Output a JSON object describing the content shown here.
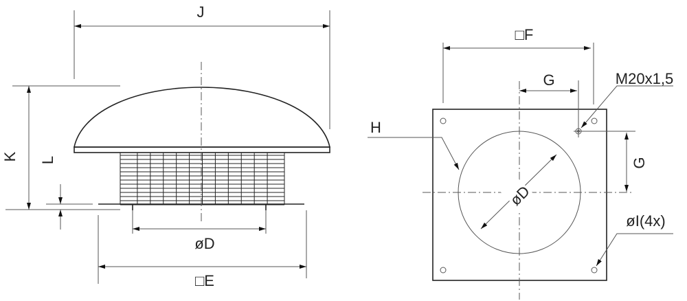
{
  "side_view": {
    "labels": {
      "J": "J",
      "K": "K",
      "L": "L",
      "D": "øD",
      "E": "□E"
    }
  },
  "top_view": {
    "labels": {
      "F": "□F",
      "G_horizontal": "G",
      "G_vertical": "G",
      "H": "H",
      "D": "øD",
      "thread": "M20x1,5",
      "holes": "øI(4x)"
    }
  }
}
